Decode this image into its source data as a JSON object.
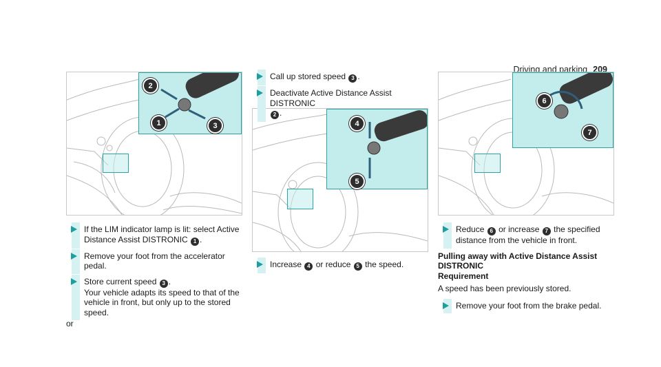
{
  "header": {
    "section": "Driving and parking",
    "page": "209"
  },
  "figures": [
    {
      "callouts": [
        "2",
        "1",
        "3"
      ]
    },
    {
      "callouts": [
        "4",
        "5"
      ]
    },
    {
      "callouts": [
        "6",
        "7"
      ]
    }
  ],
  "col1": {
    "step1_a": "If the LIM indicator lamp is lit: select Active Distance Assist DISTRONIC",
    "step1_n": "1",
    "step1_b": ".",
    "step2": "Remove your foot from the accelerator pedal.",
    "step3_a": "Store current speed",
    "step3_n": "3",
    "step3_b": ".",
    "step3_c": "Your vehicle adapts its speed to that of the vehicle in front, but only up to the stored speed.",
    "or": "or"
  },
  "col2": {
    "step1_a": "Call up stored speed",
    "step1_n": "3",
    "step1_b": ".",
    "step2_a": "Deactivate Active Distance Assist DISTRONIC",
    "step2_n": "2",
    "step2_b": ".",
    "step3_a": "Increase",
    "step3_n1": "4",
    "step3_b": "or reduce",
    "step3_n2": "5",
    "step3_c": "the speed."
  },
  "col3": {
    "step1_a": "Reduce",
    "step1_n1": "6",
    "step1_b": "or increase",
    "step1_n2": "7",
    "step1_c": "the specified distance from the vehicle in front.",
    "heading1": "Pulling away with Active Distance Assist DISTRONIC",
    "heading2": "Requirement",
    "req": "A speed has been previously stored.",
    "step2": "Remove your foot from the brake pedal."
  },
  "colors": {
    "accent": "#1e9e9e",
    "inset": "#c3ecec"
  }
}
